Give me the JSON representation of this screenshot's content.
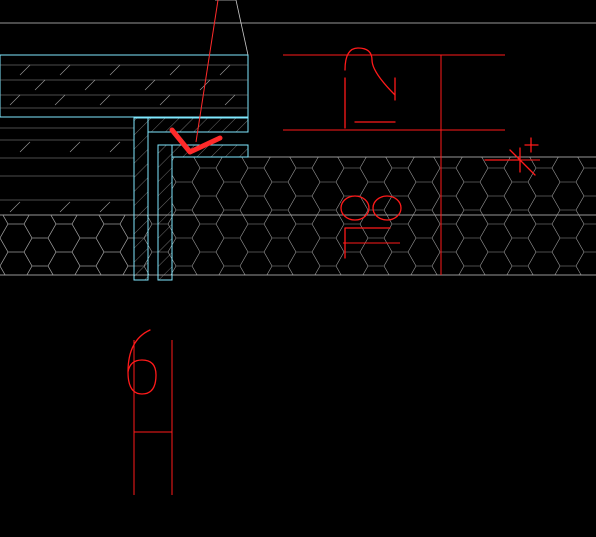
{
  "drawing": {
    "colors": {
      "background": "#000000",
      "outline": "#7fe9ff",
      "hatch": "#9a9a9a",
      "dimension": "#ff1a1a",
      "annotation": "#ff2a2a",
      "grid_line": "#c8c8c8"
    },
    "dimensions": {
      "top": "12",
      "middle": "18",
      "right_note": "4+",
      "bottom": "6"
    }
  }
}
